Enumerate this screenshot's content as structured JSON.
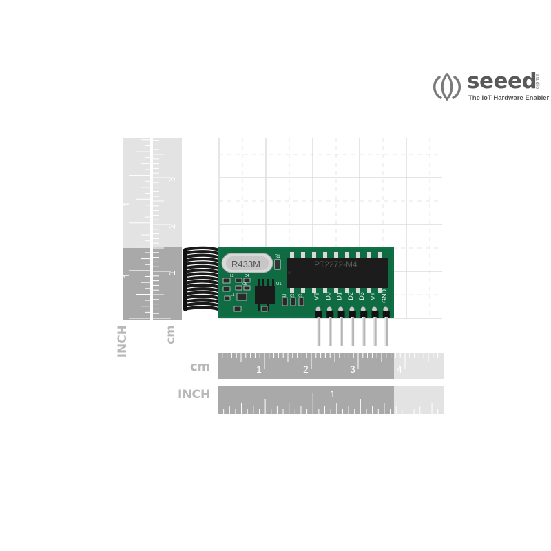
{
  "logo": {
    "wordmark": "seeed",
    "studio": "studio",
    "tagline": "The IoT Hardware Enabler"
  },
  "rulers": {
    "vertical_inch_label": "INCH",
    "vertical_cm_label": "cm",
    "horizontal_cm_label": "cm",
    "horizontal_inch_label": "INCH",
    "vertical_inch_numbers": [
      "1"
    ],
    "vertical_cm_numbers": [
      "1",
      "2",
      "3"
    ],
    "horizontal_cm_numbers": [
      "1",
      "2",
      "3",
      "4"
    ],
    "horizontal_inch_numbers": [
      "1"
    ]
  },
  "board": {
    "crystal_marking": "R433M",
    "chip_marking": "PT2272-M4",
    "labels": {
      "r1": "R1",
      "u1": "U1",
      "c4": "C4",
      "c5": "C5",
      "c1": "C1",
      "c2": "C2",
      "c3": "C3",
      "l2": "L2",
      "l1": "L1"
    },
    "pin_labels": [
      "VT",
      "D0",
      "D1",
      "D2",
      "D3",
      "V+",
      "GND"
    ]
  },
  "colors": {
    "pcb_green": "#0e6b42",
    "silkscreen": "#f2f2f2",
    "antenna": "#1a1a1a",
    "ruler_dark": "#a9a9a9",
    "ruler_light": "#e0e0e0",
    "grid_line": "#dcdcdc",
    "logo_gray": "#595959"
  }
}
